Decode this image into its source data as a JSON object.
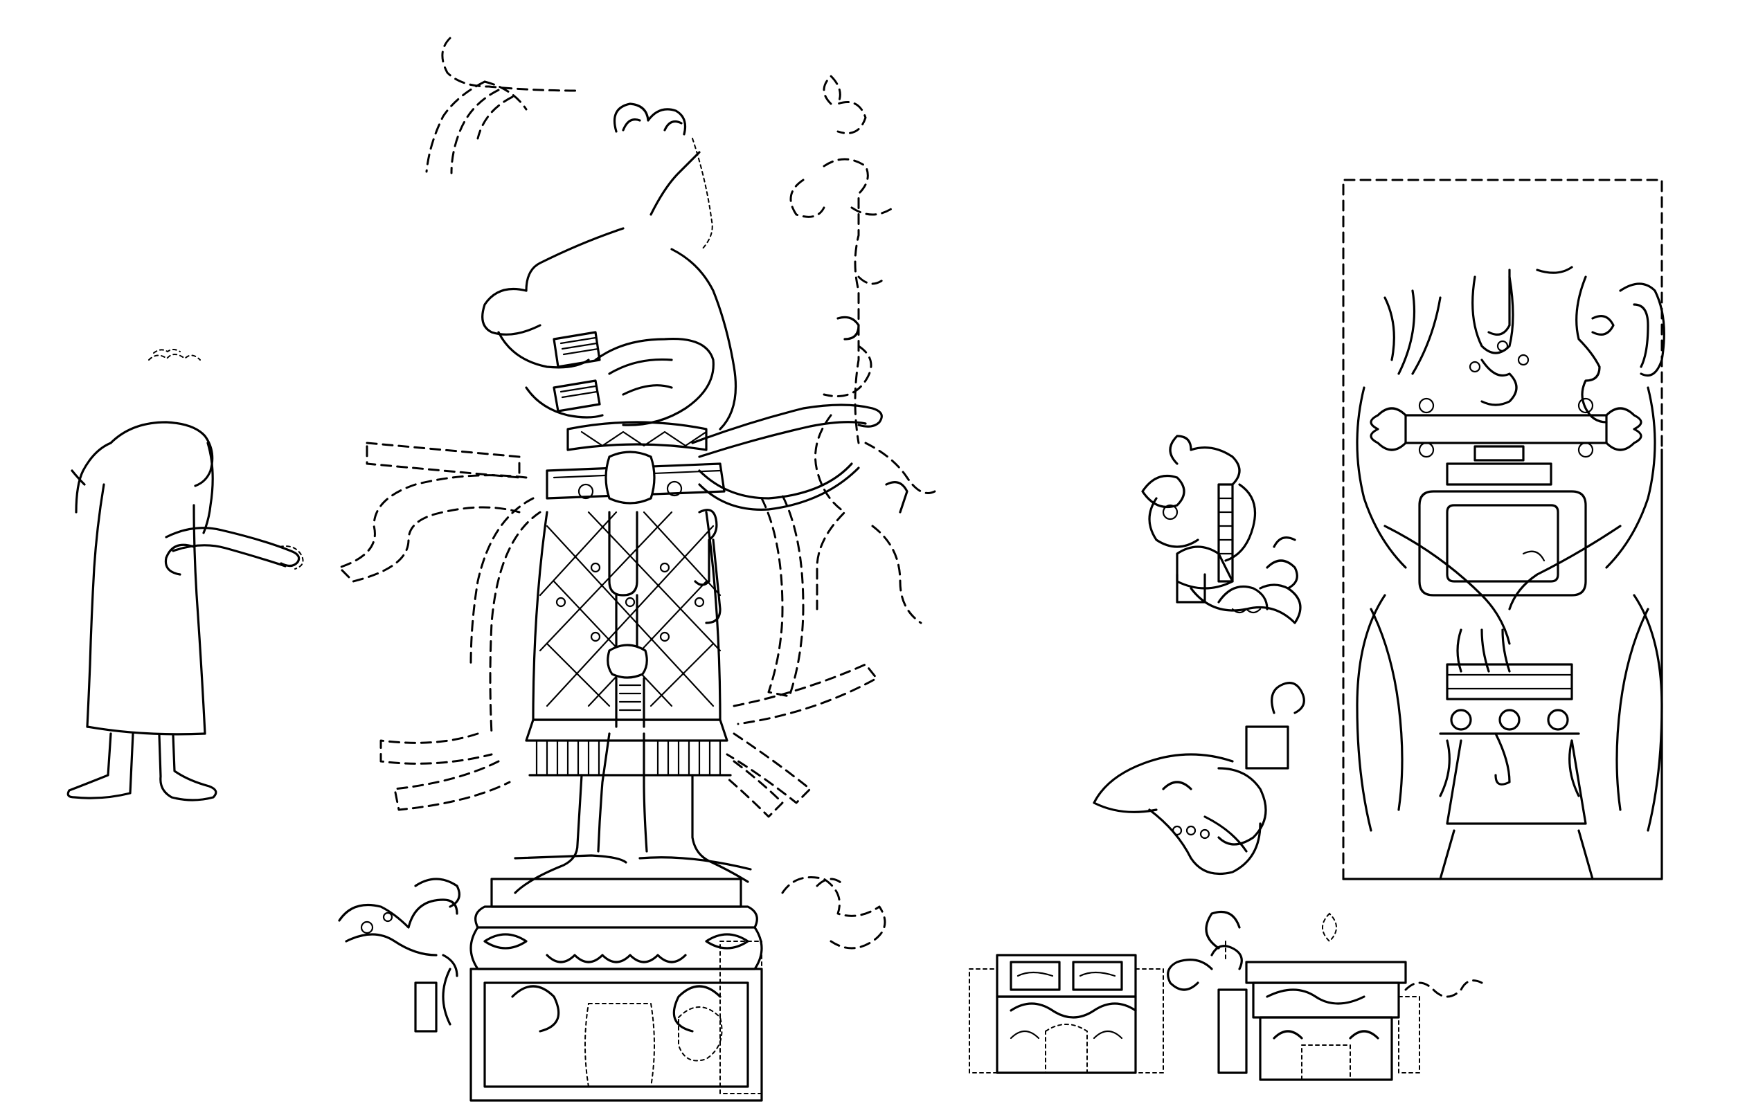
{
  "drawing": {
    "background_color": "#ffffff",
    "line_color": "#000000",
    "figures": [
      {
        "id": "small-standing-figure",
        "kind": "figure",
        "style": "solid outline"
      },
      {
        "id": "main-standing-ruler",
        "kind": "figure",
        "style": "detailed with dashed reconstruction"
      },
      {
        "id": "main-pedestal",
        "kind": "pedestal"
      },
      {
        "id": "glyph-fragment-upper",
        "kind": "fragment"
      },
      {
        "id": "glyph-fragment-lower",
        "kind": "fragment"
      },
      {
        "id": "small-pedestal-left",
        "kind": "pedestal"
      },
      {
        "id": "small-pedestal-right",
        "kind": "pedestal"
      },
      {
        "id": "panel-figure-with-bar",
        "kind": "panel",
        "style": "dashed frame"
      }
    ]
  }
}
